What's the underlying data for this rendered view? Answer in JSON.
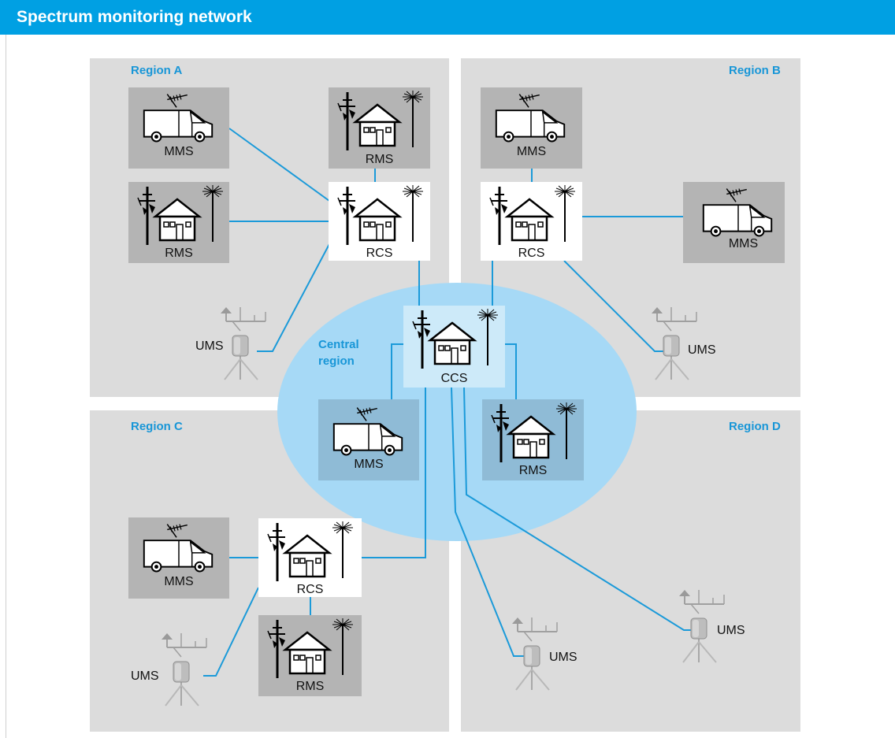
{
  "header": {
    "title": "Spectrum monitoring network"
  },
  "regions": {
    "a": {
      "label": "Region A"
    },
    "b": {
      "label": "Region B"
    },
    "c": {
      "label": "Region C"
    },
    "d": {
      "label": "Region D"
    },
    "central": {
      "label_line1": "Central",
      "label_line2": "region"
    }
  },
  "nodes": {
    "mms_a": "MMS",
    "rms_a_top": "RMS",
    "rms_a_left": "RMS",
    "rcs_a": "RCS",
    "ums_a": "UMS",
    "mms_b_top": "MMS",
    "rcs_b": "RCS",
    "mms_b_right": "MMS",
    "ums_b": "UMS",
    "ccs": "CCS",
    "mms_central": "MMS",
    "rms_central": "RMS",
    "mms_c": "MMS",
    "rcs_c": "RCS",
    "rms_c": "RMS",
    "ums_c": "UMS",
    "ums_d_1": "UMS",
    "ums_d_2": "UMS"
  },
  "colors": {
    "header": "#00a0e3",
    "region": "#dcdcdc",
    "central": "#a6d9f6",
    "link": "#1b9ad9",
    "label_accent": "#1896d7"
  },
  "icons": [
    "van-icon",
    "house-antenna-icon",
    "ums-tripod-icon"
  ]
}
